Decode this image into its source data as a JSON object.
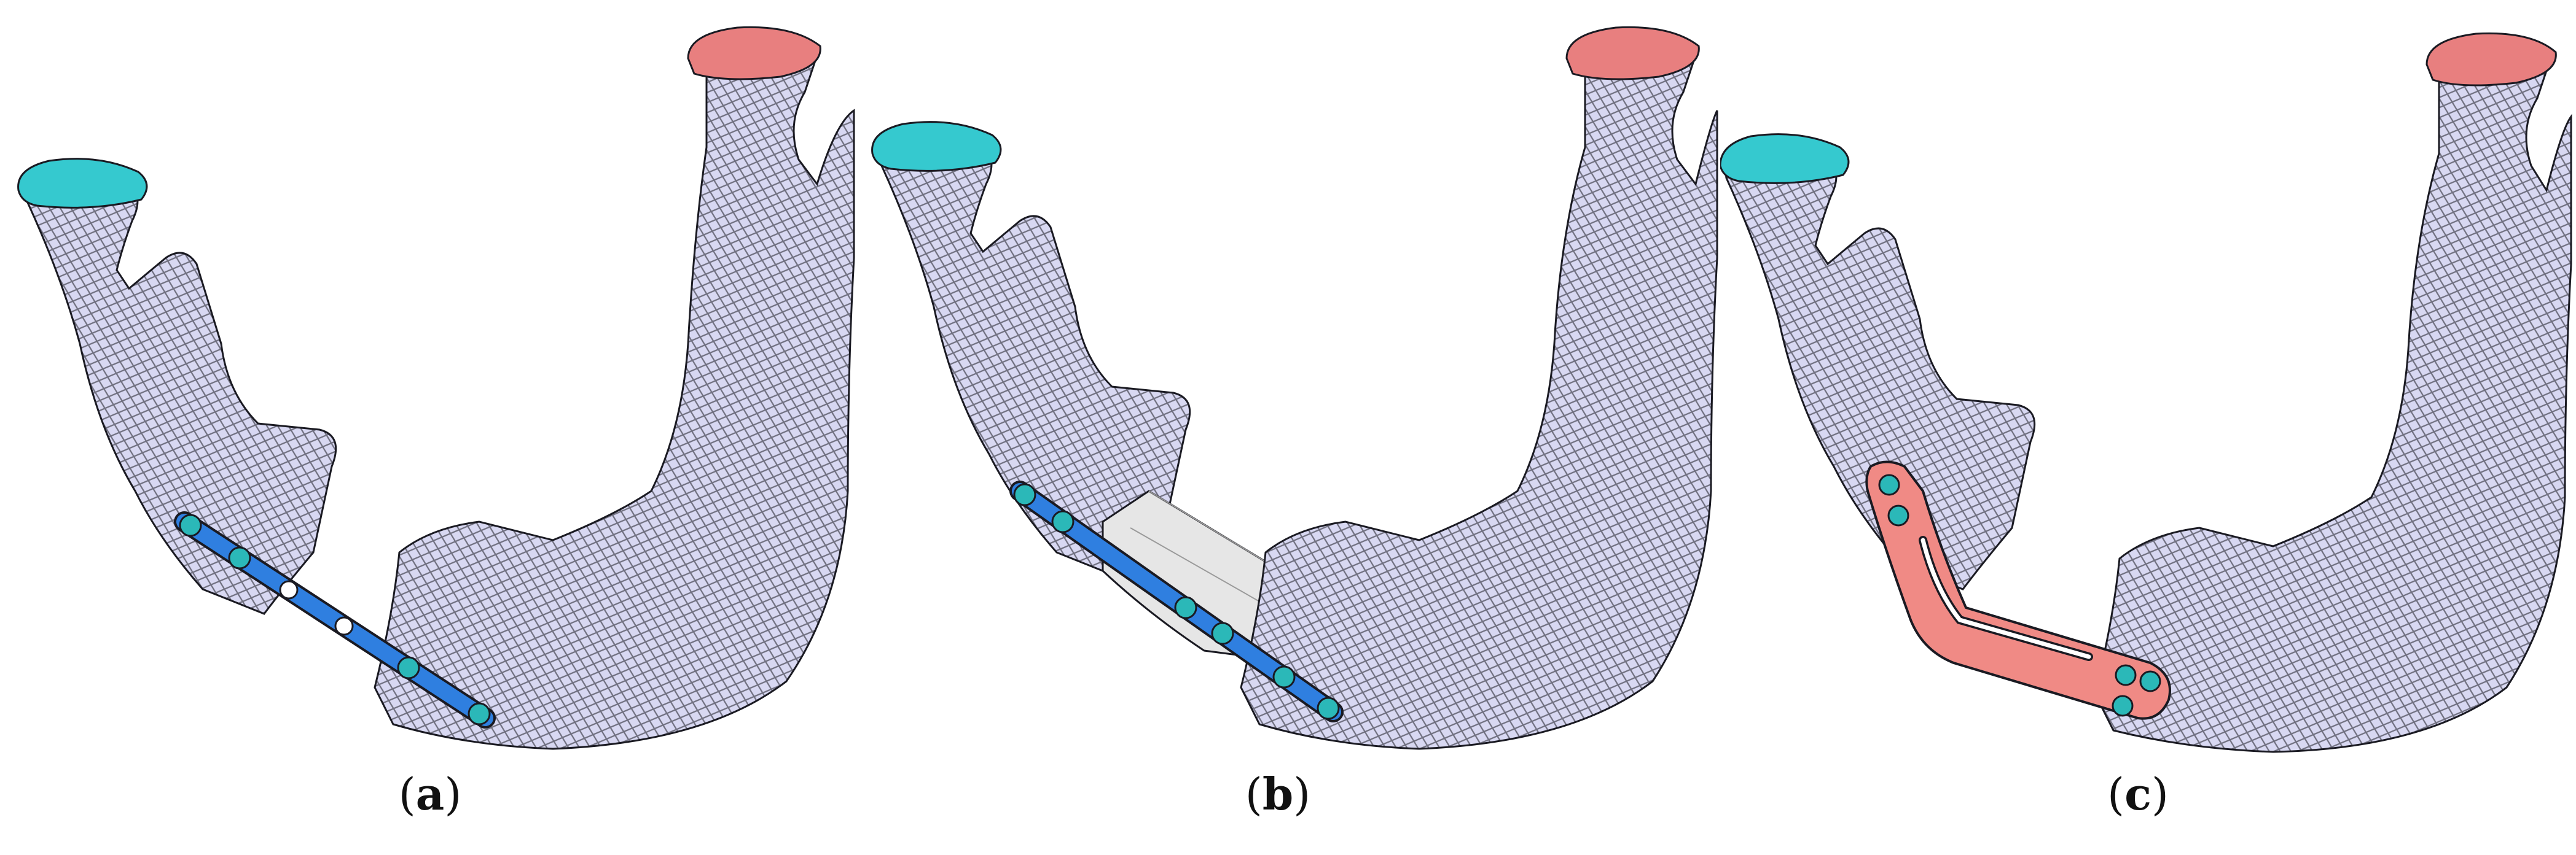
{
  "figure": {
    "panels": [
      {
        "id": "a",
        "caption_open": "(",
        "caption_letter": "a",
        "caption_close": ")",
        "fixation": "miniplate"
      },
      {
        "id": "b",
        "caption_open": "(",
        "caption_letter": "b",
        "caption_close": ")",
        "fixation": "miniplate-with-graft"
      },
      {
        "id": "c",
        "caption_open": "(",
        "caption_letter": "c",
        "caption_close": ")",
        "fixation": "custom-plate"
      }
    ],
    "colors": {
      "bone_fill": "#d8d8f2",
      "mesh_line": "#1a1a22",
      "condyle_left": "#35c9cf",
      "condyle_right": "#e87f7f",
      "miniplate": "#2f7fe0",
      "graft": "#e6e6e6",
      "custom_plate": "#f08a85",
      "screw": "#2bb8b8"
    }
  }
}
